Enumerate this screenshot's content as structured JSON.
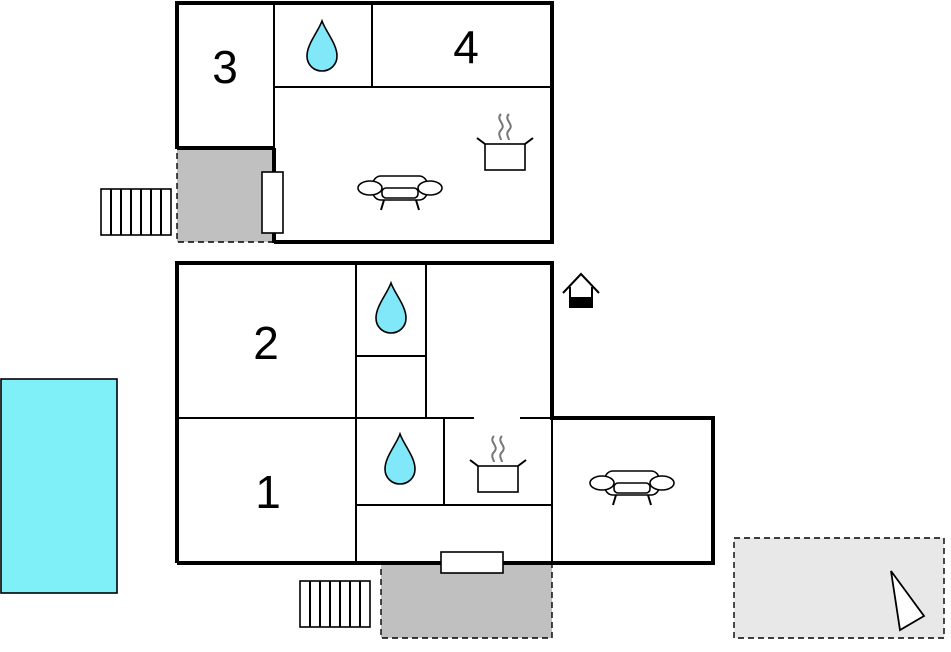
{
  "floor_plan": {
    "rooms": [
      {
        "id": "room-1",
        "label": "1"
      },
      {
        "id": "room-2",
        "label": "2"
      },
      {
        "id": "room-3",
        "label": "3"
      },
      {
        "id": "room-4",
        "label": "4"
      }
    ],
    "icons": [
      "water-drop-icon",
      "cooking-pot-icon",
      "sofa-icon",
      "fireplace-icon",
      "stairs-icon",
      "compass-arrow-icon"
    ],
    "colors": {
      "pool": "#80f0f8",
      "terrace": "#c0c0c0",
      "outdoor_area": "#e8e8e8",
      "water_drop": "#80e8f8",
      "wall": "#000000"
    }
  }
}
